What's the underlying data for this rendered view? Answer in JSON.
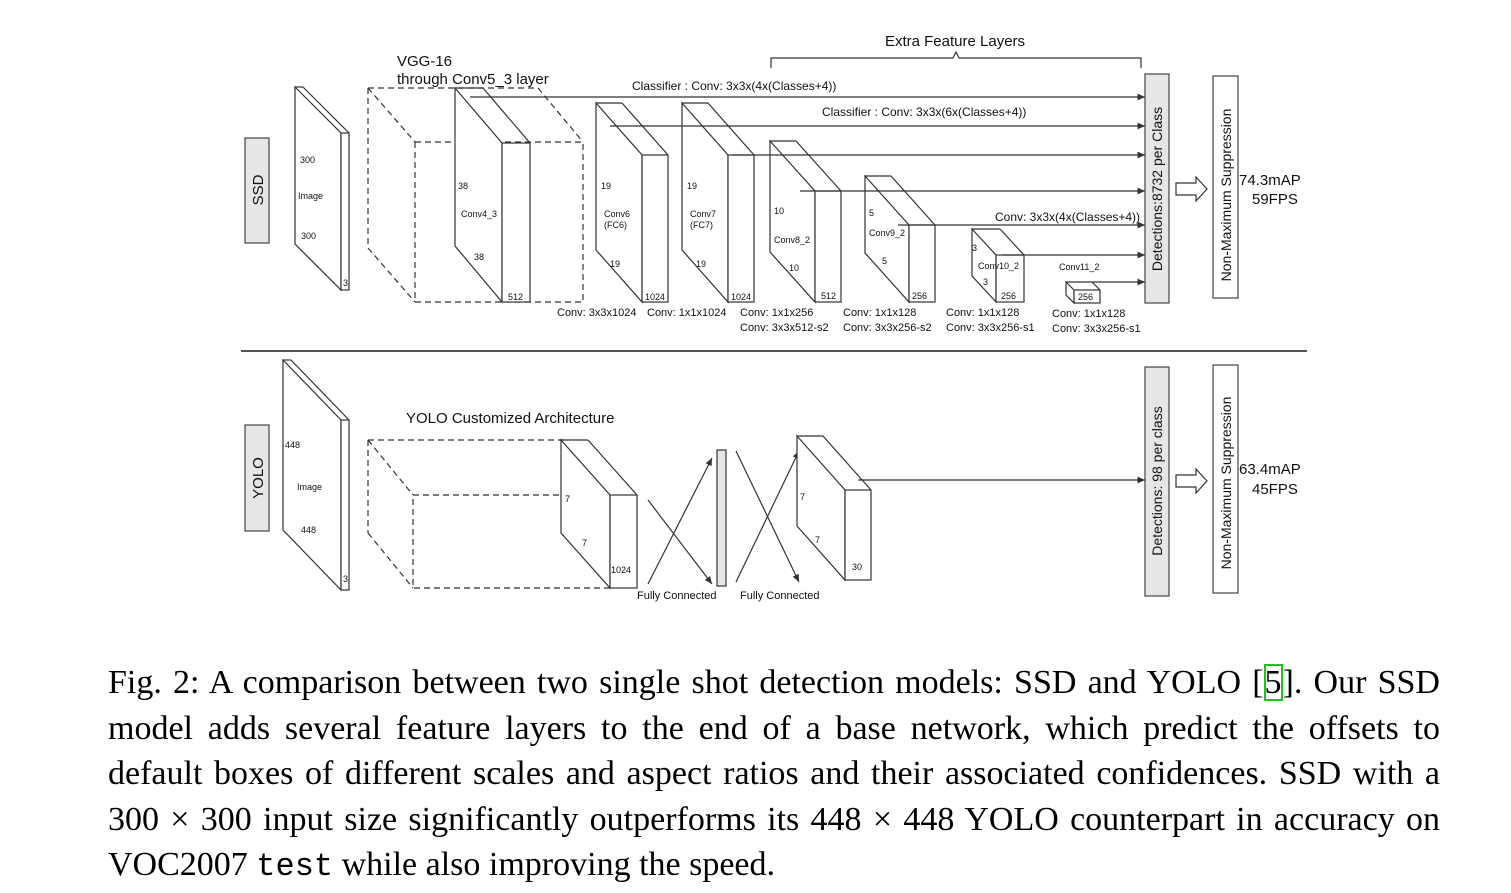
{
  "diagram": {
    "ssd": {
      "tag": "SSD",
      "vgg_title_1": "VGG-16",
      "vgg_title_2": "through Conv5_3 layer",
      "extra_layers": "Extra Feature Layers",
      "classifier_1": "Classifier : Conv: 3x3x(4x(Classes+4))",
      "classifier_2": "Classifier : Conv: 3x3x(6x(Classes+4))",
      "classifier_3": "Conv: 3x3x(4x(Classes+4))",
      "image": {
        "top": "300",
        "name": "Image",
        "bottom": "300",
        "depth": "3"
      },
      "conv4_3": {
        "h": "38",
        "name": "Conv4_3",
        "w": "38",
        "depth": "512"
      },
      "conv6": {
        "h": "19",
        "name_1": "Conv6",
        "name_2": "(FC6)",
        "w": "19",
        "depth": "1024"
      },
      "conv7": {
        "h": "19",
        "name_1": "Conv7",
        "name_2": "(FC7)",
        "w": "19",
        "depth": "1024"
      },
      "conv8_2": {
        "h": "10",
        "name": "Conv8_2",
        "w": "10",
        "depth": "512"
      },
      "conv9_2": {
        "h": "5",
        "name": "Conv9_2",
        "w": "5",
        "depth": "256"
      },
      "conv10_2": {
        "h": "3",
        "name": "Conv10_2",
        "w": "3",
        "depth": "256"
      },
      "conv11_2": {
        "name": "Conv11_2",
        "depth": "256"
      },
      "op_conv6": "Conv: 3x3x1024",
      "op_conv7": "Conv: 1x1x1024",
      "op_conv8_a": "Conv: 1x1x256",
      "op_conv8_b": "Conv: 3x3x512-s2",
      "op_conv9_a": "Conv: 1x1x128",
      "op_conv9_b": "Conv: 3x3x256-s2",
      "op_conv10_a": "Conv: 1x1x128",
      "op_conv10_b": "Conv: 3x3x256-s1",
      "op_conv11_a": "Conv: 1x1x128",
      "op_conv11_b": "Conv: 3x3x256-s1",
      "detections": "Detections:8732 per Class",
      "nms": "Non-Maximum Suppression",
      "map": "74.3mAP",
      "fps": "59FPS"
    },
    "yolo": {
      "tag": "YOLO",
      "arch_title": "YOLO Customized Architecture",
      "image": {
        "top": "448",
        "name": "Image",
        "bottom": "448",
        "depth": "3"
      },
      "conv": {
        "h": "7",
        "w": "7",
        "depth": "1024"
      },
      "fc_1": "Fully Connected",
      "fc_2": "Fully Connected",
      "out": {
        "h": "7",
        "w": "7",
        "depth": "30"
      },
      "detections": "Detections: 98 per class",
      "nms": "Non-Maximum Suppression",
      "map": "63.4mAP",
      "fps": "45FPS"
    }
  },
  "caption": {
    "prefix": "Fig. 2: A comparison between two single shot detection models: SSD and YOLO [",
    "ref": "5",
    "part1": "]. Our SSD model adds several feature layers to the end of a base network, which predict the offsets to default boxes of different scales and aspect ratios and their associated confidences. SSD with a 300 × 300 input size significantly outperforms its 448 × 448 YOLO counterpart in accuracy on VOC2007 ",
    "mono": "test",
    "part2": " while also improving the speed."
  }
}
